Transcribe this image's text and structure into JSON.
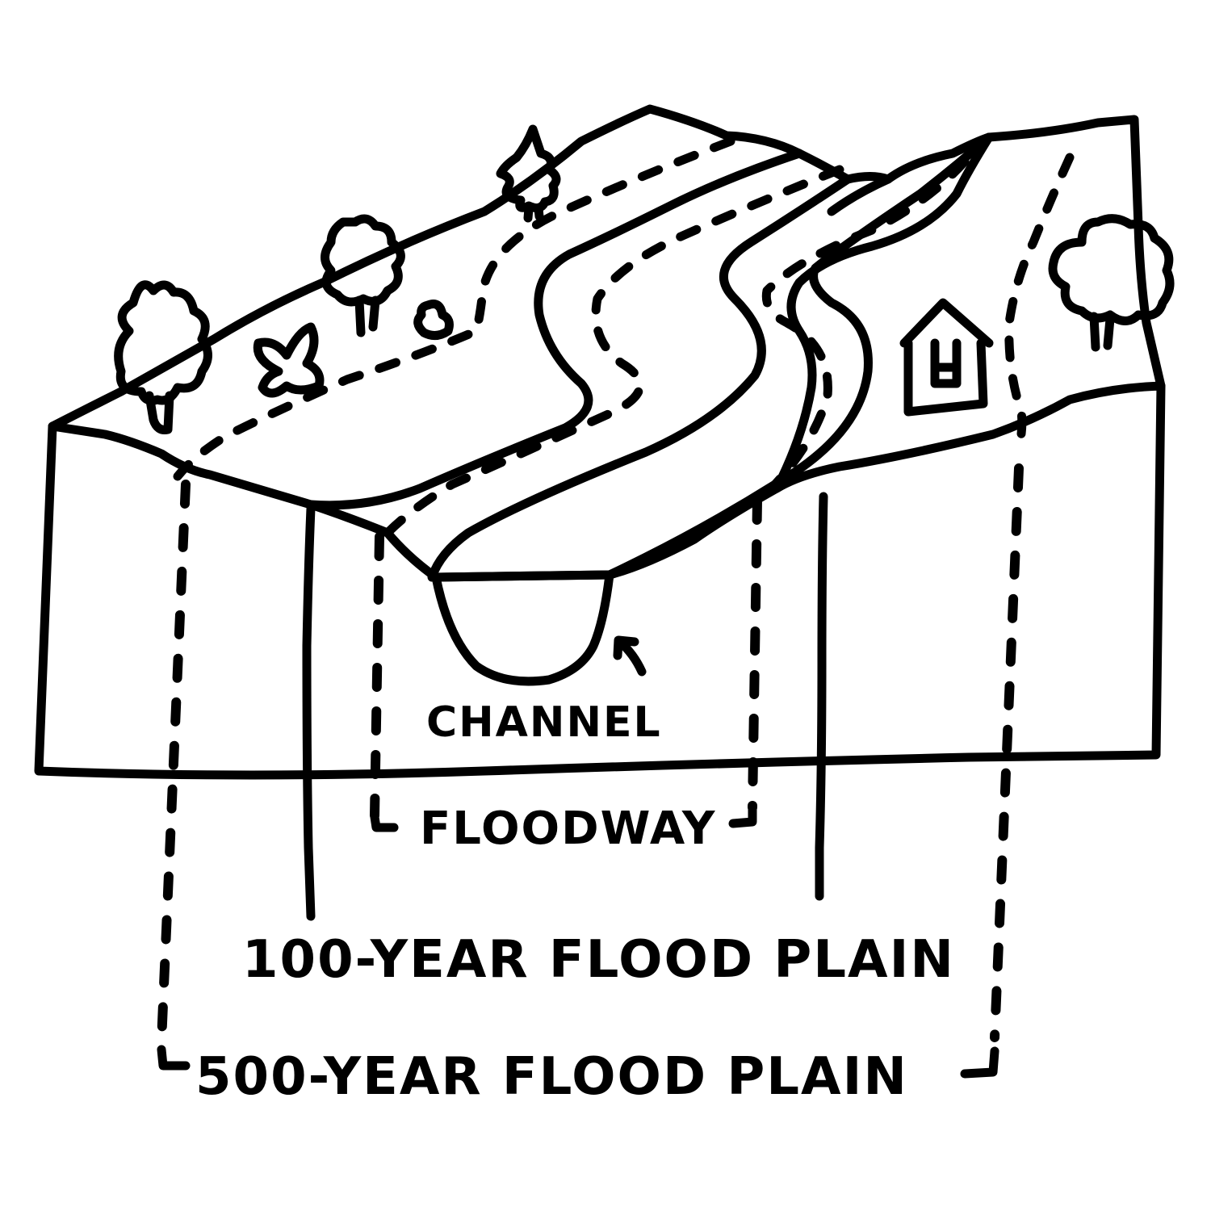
{
  "labels": {
    "channel": "CHANNEL",
    "floodway": "FLOODWAY",
    "floodplain_100": "100-YEAR FLOOD PLAIN",
    "floodplain_500": "500-YEAR FLOOD PLAIN"
  },
  "colors": {
    "ink": "#000000",
    "background": "#ffffff"
  }
}
